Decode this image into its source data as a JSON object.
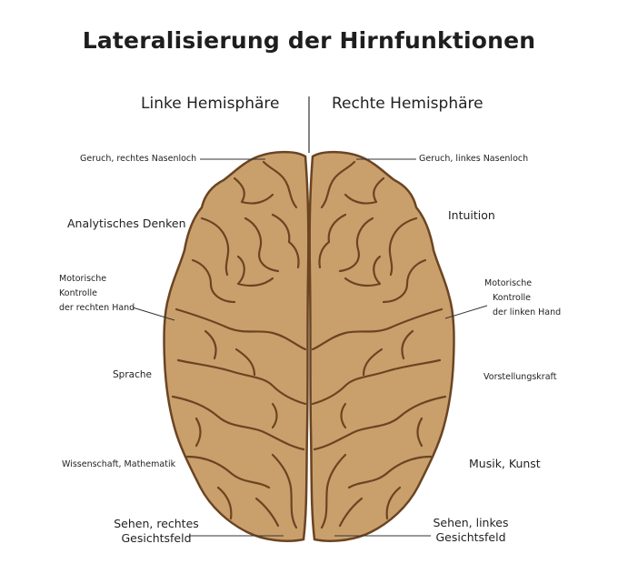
{
  "title": "Lateralisierung der Hirnfunktionen",
  "left_hemisphere": "Linke Hemisphäre",
  "right_hemisphere": "Rechte Hemisphäre",
  "colors": {
    "brain_fill": "#c9a06c",
    "brain_outline": "#6b4422",
    "text": "#222222"
  },
  "left_labels": {
    "smell": "Geruch, rechtes Nasenloch",
    "analytic": "Analytisches Denken",
    "motor_1": "Motorische",
    "motor_2": "Kontrolle",
    "motor_3": "der rechten Hand",
    "speech": "Sprache",
    "science": "Wissenschaft, Mathematik",
    "vision_1": "Sehen, rechtes",
    "vision_2": "Gesichtsfeld"
  },
  "right_labels": {
    "smell": "Geruch, linkes Nasenloch",
    "intuition": "Intuition",
    "motor_1": "Motorische",
    "motor_2": "Kontrolle",
    "motor_3": "der linken Hand",
    "imagination": "Vorstellungskraft",
    "art": "Musik, Kunst",
    "vision_1": "Sehen, linkes",
    "vision_2": "Gesichtsfeld"
  }
}
